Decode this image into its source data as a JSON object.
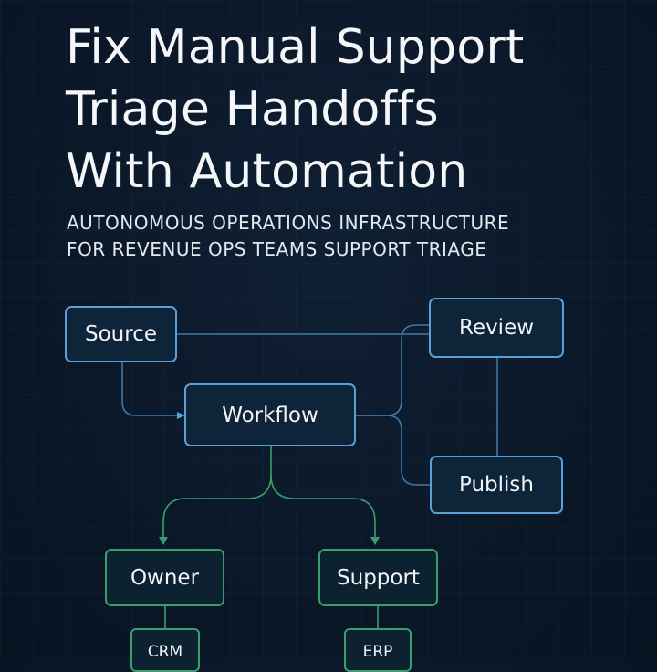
{
  "title_lines": [
    "Fix Manual Support",
    "Triage Handoffs",
    "With Automation"
  ],
  "subtitle_lines": [
    "AUTONOMOUS OPERATIONS INFRASTRUCTURE",
    "FOR REVENUE OPS TEAMS SUPPORT TRIAGE"
  ],
  "nodes": {
    "source": "Source",
    "workflow": "Workflow",
    "review": "Review",
    "publish": "Publish",
    "owner": "Owner",
    "support": "Support",
    "crm": "CRM",
    "erp": "ERP"
  },
  "colors": {
    "background": "#0b1829",
    "blue_edge": "#5b9fd4",
    "green_edge": "#3a9e6a",
    "text": "#f1f4f7"
  }
}
